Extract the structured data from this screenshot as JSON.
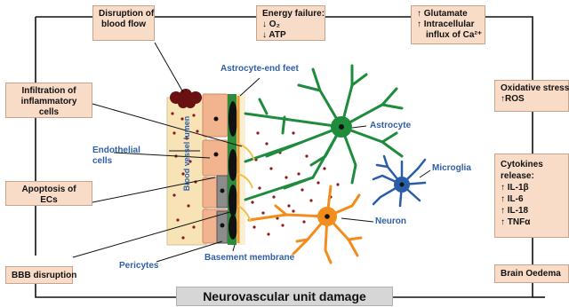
{
  "colors": {
    "box_fill": "#f8dcc8",
    "label_blue": "#2f5fa7",
    "astrocyte": "#1e8c3c",
    "microglia": "#2a5da8",
    "neuron": "#f28c1c",
    "vessel": "#f7e3b5",
    "endothelial": "#f2b48f",
    "pericyte": "#8c8c8c",
    "dots": "#8b1a1a",
    "basement": "#2e8b3c"
  },
  "boxes": {
    "blood_flow": [
      "Disruption of",
      "blood flow"
    ],
    "energy": {
      "title": "Energy failure:",
      "o2_arrow": "↓",
      "o2": "O₂",
      "atp": "↓ ATP"
    },
    "glutamate": [
      "↑ Glutamate",
      "↑ Intracellular",
      "influx of Ca²⁺"
    ],
    "inflammatory": [
      "Infiltration of",
      "inflammatory",
      "cells"
    ],
    "apoptosis": [
      "Apoptosis of",
      "ECs"
    ],
    "bbb": "BBB disruption",
    "oxidative": [
      "Oxidative stress:",
      "↑ROS"
    ],
    "cytokines": [
      "Cytokines",
      "release:",
      "↑ IL-1β",
      "↑ IL-6",
      "↑ IL-18",
      "↑ TNFα"
    ],
    "oedema": "Brain Oedema"
  },
  "labels": {
    "astro_feet": "Astrocyte-end feet",
    "astrocyte": "Astrocyte",
    "endothelial": [
      "Endothelial",
      "cells"
    ],
    "vessel_lumen": "Blood vessel lumen",
    "microglia": "Microglia",
    "neuron": "Neuron",
    "pericytes": "Pericytes",
    "basement": "Basement membrane"
  },
  "footer": "Neurovascular unit damage"
}
